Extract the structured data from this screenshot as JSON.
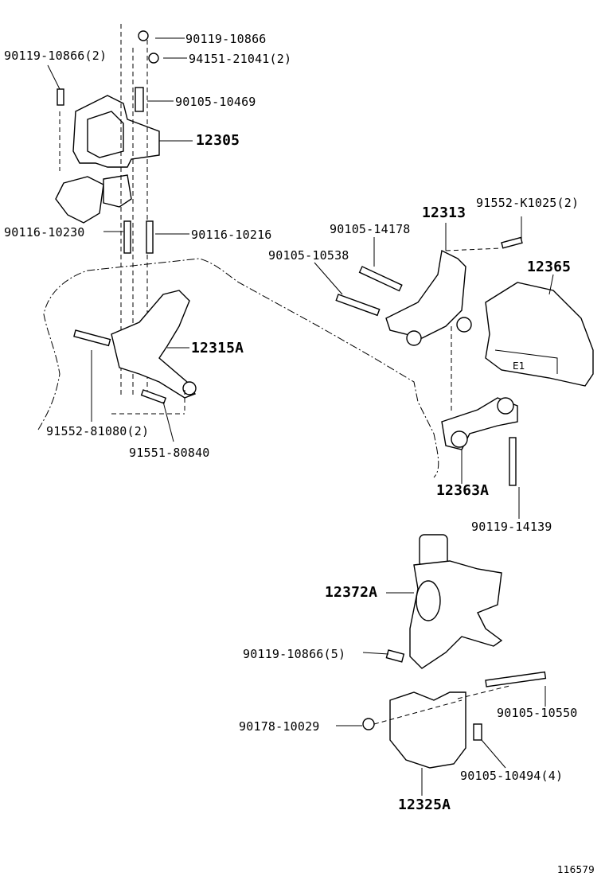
{
  "labels": {
    "p_90119_10866": "90119-10866",
    "p_90119_10866_2": "90119-10866(2)",
    "p_94151_21041_2": "94151-21041(2)",
    "p_90105_10469": "90105-10469",
    "p_12305": "12305",
    "p_90116_10230": "90116-10230",
    "p_90116_10216": "90116-10216",
    "p_12315A": "12315A",
    "p_91552_81080_2": "91552-81080(2)",
    "p_91551_80840": "91551-80840",
    "p_12313": "12313",
    "p_91552_K1025_2": "91552-K1025(2)",
    "p_90105_14178": "90105-14178",
    "p_90105_10538": "90105-10538",
    "p_12365": "12365",
    "p_12363A": "12363A",
    "p_90119_14139": "90119-14139",
    "p_12372A": "12372A",
    "p_90119_10866_5": "90119-10866(5)",
    "p_90105_10550": "90105-10550",
    "p_90178_10029": "90178-10029",
    "p_90105_10494_4": "90105-10494(4)",
    "p_12325A": "12325A",
    "e1_mark": "E1",
    "figure_id": "116579"
  }
}
